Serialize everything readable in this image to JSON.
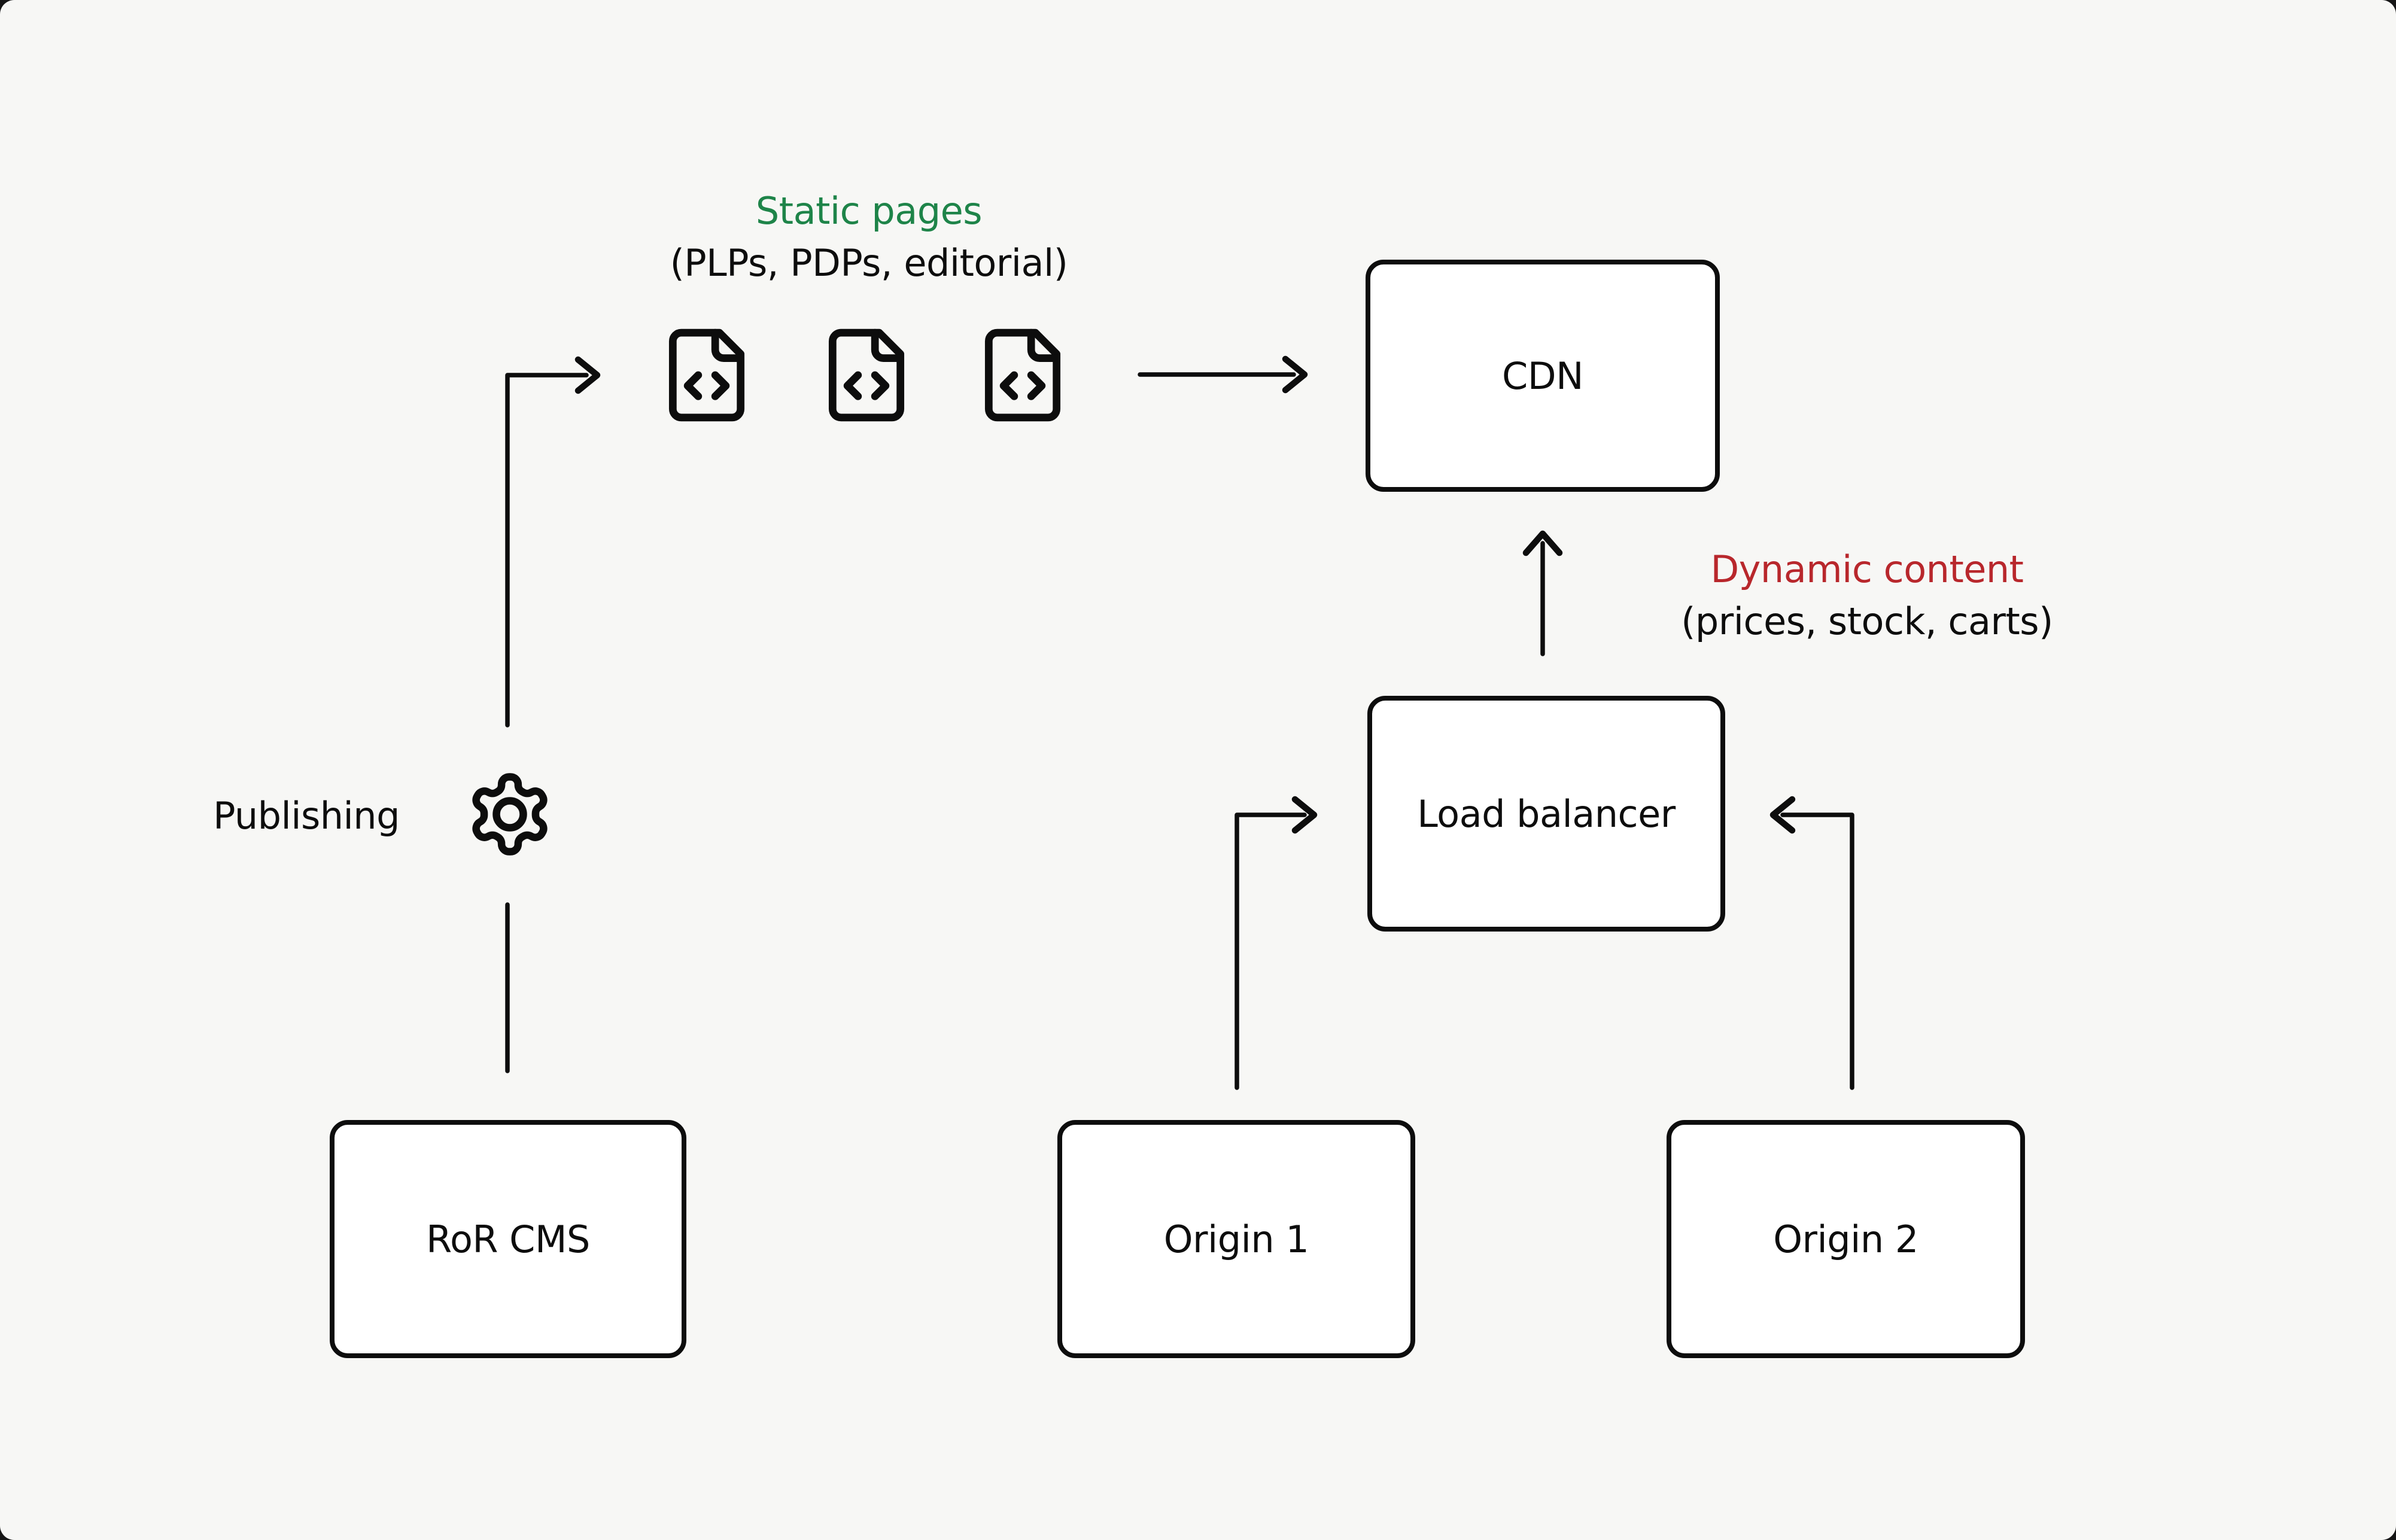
{
  "colors": {
    "background": "#f7f7f5",
    "ink": "#0d0d0d",
    "node_fill": "#ffffff",
    "static_pages_green": "#1e8449",
    "dynamic_content_red": "#b8272c"
  },
  "annotations": {
    "static_pages": {
      "title": "Static pages",
      "subtitle": "(PLPs, PDPs, editorial)"
    },
    "dynamic_content": {
      "title": "Dynamic content",
      "subtitle": "(prices, stock, carts)"
    },
    "publishing_label": "Publishing"
  },
  "nodes": {
    "cdn": {
      "label": "CDN"
    },
    "load_balancer": {
      "label": "Load balancer"
    },
    "ror_cms": {
      "label": "RoR CMS"
    },
    "origin_1": {
      "label": "Origin 1"
    },
    "origin_2": {
      "label": "Origin 2"
    }
  },
  "icons": {
    "static_page_icons": [
      "file-code-icon",
      "file-code-icon",
      "file-code-icon"
    ],
    "publishing_icon": "gear-icon"
  },
  "flows": [
    {
      "from": "ror_cms",
      "via": "publishing",
      "to": "static_pages"
    },
    {
      "from": "static_pages",
      "to": "cdn"
    },
    {
      "from": "load_balancer",
      "to": "cdn"
    },
    {
      "from": "origin_1",
      "to": "load_balancer"
    },
    {
      "from": "origin_2",
      "to": "load_balancer"
    }
  ]
}
